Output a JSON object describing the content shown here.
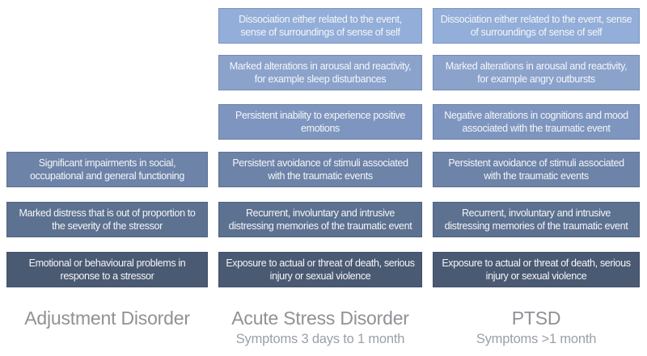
{
  "colors": {
    "background": "#ffffff",
    "row_colors": [
      "#93aed8",
      "#8ba3cb",
      "#7e96bf",
      "#6d83a8",
      "#5d7190",
      "#4b5a73"
    ],
    "box_text": "#f4f6f9",
    "label_title_text": "#8f9196",
    "label_subtitle_text": "#9aa0a8"
  },
  "columns": [
    {
      "id": "adjustment-disorder",
      "label": "Adjustment Disorder",
      "sublabel": "",
      "boxes": [
        {
          "row": 4,
          "text": "Significant impairments in social, occupational and general functioning"
        },
        {
          "row": 5,
          "text": "Marked distress that is out of proportion to the severity of the stressor"
        },
        {
          "row": 6,
          "text": "Emotional or behavioural problems in response to a stressor"
        }
      ]
    },
    {
      "id": "acute-stress-disorder",
      "label": "Acute Stress Disorder",
      "sublabel": "Symptoms 3 days to 1 month",
      "boxes": [
        {
          "row": 1,
          "text": "Dissociation either related to the event, sense of surroundings of sense of self"
        },
        {
          "row": 2,
          "text": "Marked alterations in arousal and reactivity, for example sleep disturbances"
        },
        {
          "row": 3,
          "text": "Persistent inability to experience positive emotions"
        },
        {
          "row": 4,
          "text": "Persistent avoidance of stimuli associated with the traumatic events"
        },
        {
          "row": 5,
          "text": "Recurrent, involuntary and intrusive distressing memories of the traumatic event"
        },
        {
          "row": 6,
          "text": "Exposure to actual or threat of death, serious injury or sexual violence"
        }
      ]
    },
    {
      "id": "ptsd",
      "label": "PTSD",
      "sublabel": "Symptoms >1 month",
      "boxes": [
        {
          "row": 1,
          "text": "Dissociation either related to the event, sense of surroundings of sense of self"
        },
        {
          "row": 2,
          "text": "Marked alterations in arousal and reactivity, for example angry outbursts"
        },
        {
          "row": 3,
          "text": "Negative alterations in cognitions and mood associated with the traumatic event"
        },
        {
          "row": 4,
          "text": "Persistent avoidance of stimuli associated with the traumatic events"
        },
        {
          "row": 5,
          "text": "Recurrent, involuntary and intrusive distressing memories of the traumatic event"
        },
        {
          "row": 6,
          "text": "Exposure to actual or threat of death, serious injury or sexual violence"
        }
      ]
    }
  ]
}
